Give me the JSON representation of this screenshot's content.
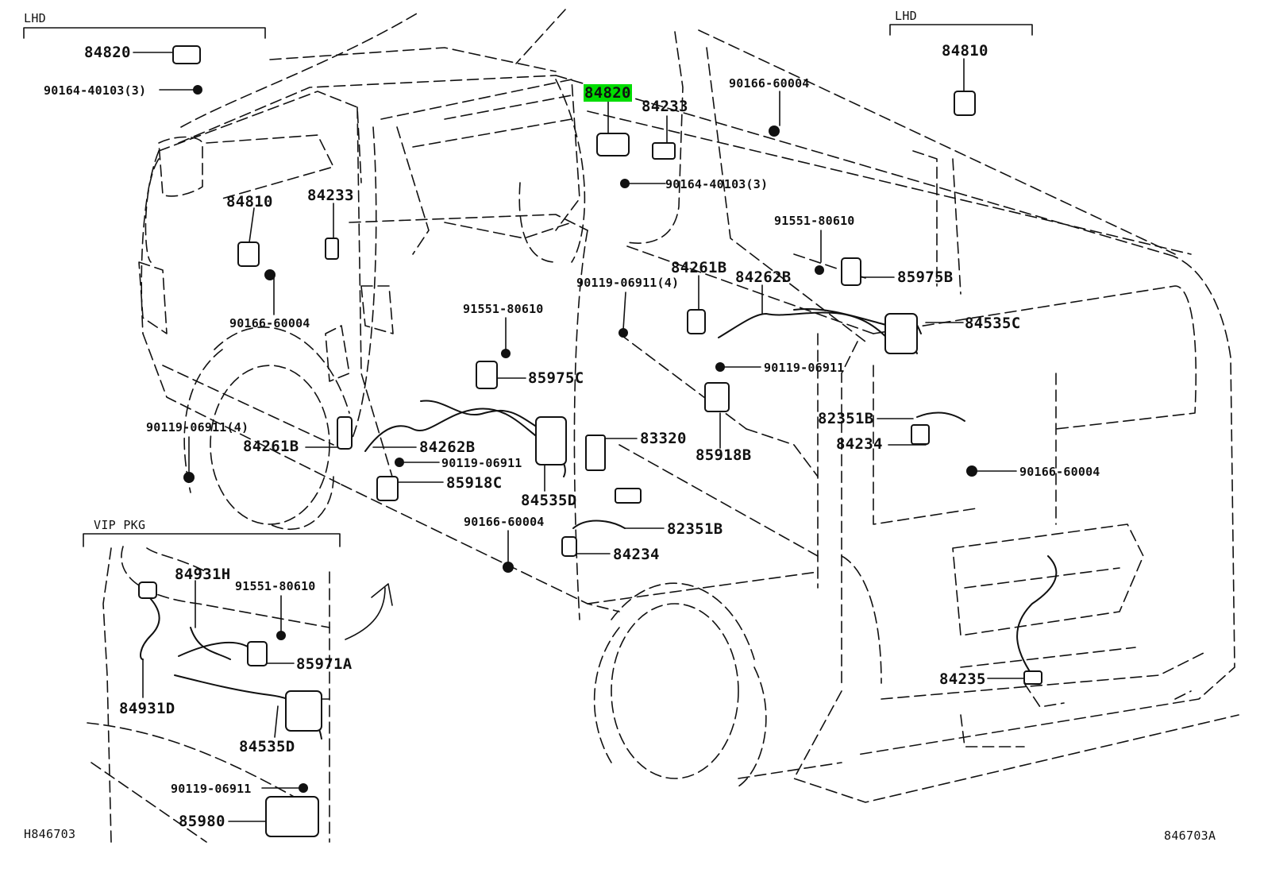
{
  "headers": {
    "lhd_left": "LHD",
    "lhd_right": "LHD",
    "vip_pkg": "VIP PKG"
  },
  "references": {
    "left": "H846703",
    "right": "846703A"
  },
  "highlight_color": "#00dd00",
  "labels": {
    "p84820_top": "84820",
    "p90164_top": "90164-40103(3)",
    "p84820_hl": "84820",
    "p84233_top": "84233",
    "p90166_top": "90166-60004",
    "p84810_right": "84810",
    "p90164_mid": "90164-40103(3)",
    "p84810_left": "84810",
    "p84233_left": "84233",
    "p91551_right": "91551-80610",
    "p84261b_right": "84261B",
    "p84262b_right": "84262B",
    "p85975b": "85975B",
    "p90119_4_mid": "90119-06911(4)",
    "p84535c": "84535C",
    "p91551_mid": "91551-80610",
    "p90166_left": "90166-60004",
    "p90119_right": "90119-06911",
    "p85975c": "85975C",
    "p82351b_right": "82351B",
    "p90119_4_left": "90119-06911(4)",
    "p84262b_left": "84262B",
    "p84261b_left": "84261B",
    "p83320": "83320",
    "p84234_right": "84234",
    "p85918b": "85918B",
    "p90119_left": "90119-06911",
    "p85918c": "85918C",
    "p90166_right": "90166-60004",
    "p84535d_mid": "84535D",
    "p90166_low": "90166-60004",
    "p82351b_low": "82351B",
    "p84234_low": "84234",
    "p84931h": "84931H",
    "p91551_vip": "91551-80610",
    "p85971a": "85971A",
    "p84931d": "84931D",
    "p84535d_vip": "84535D",
    "p84235": "84235",
    "p90119_vip": "90119-06911",
    "p85980": "85980"
  }
}
